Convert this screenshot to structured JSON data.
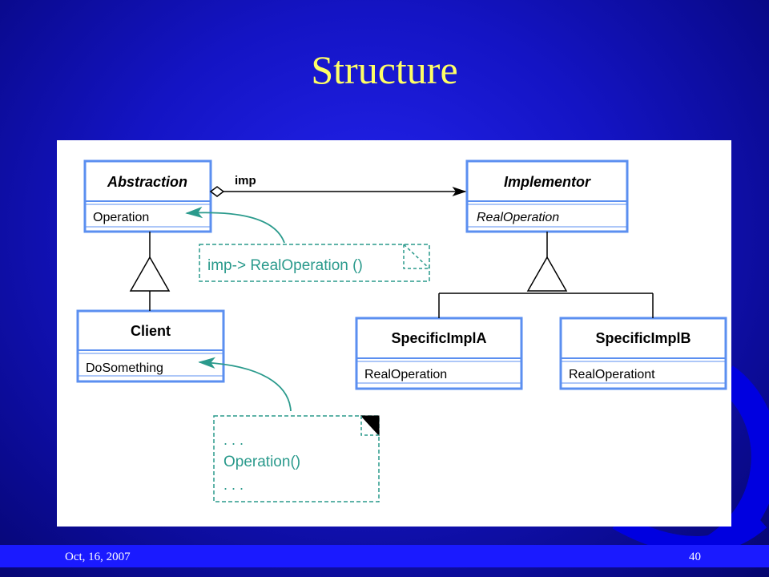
{
  "slide": {
    "title": "Structure",
    "footer_date": "Oct, 16, 2007",
    "page_number": "40"
  },
  "diagram": {
    "classes": [
      {
        "name": "Abstraction",
        "operation": "Operation"
      },
      {
        "name": "Implementor",
        "operation": "RealOperation"
      },
      {
        "name": "Client",
        "operation": "DoSomething"
      },
      {
        "name": "SpecificImplA",
        "operation": "RealOperation"
      },
      {
        "name": "SpecificImplB",
        "operation": "RealOperationt"
      }
    ],
    "association_label": "imp",
    "notes": {
      "implementation_note": "imp-> RealOperation ()",
      "client_note_lines": [
        ". . .",
        "Operation()",
        ". . ."
      ]
    },
    "colors": {
      "class_border": "#5b8ff0",
      "note_color": "#2a9a8c",
      "background": "#1414c4",
      "title": "#ffff66"
    }
  }
}
